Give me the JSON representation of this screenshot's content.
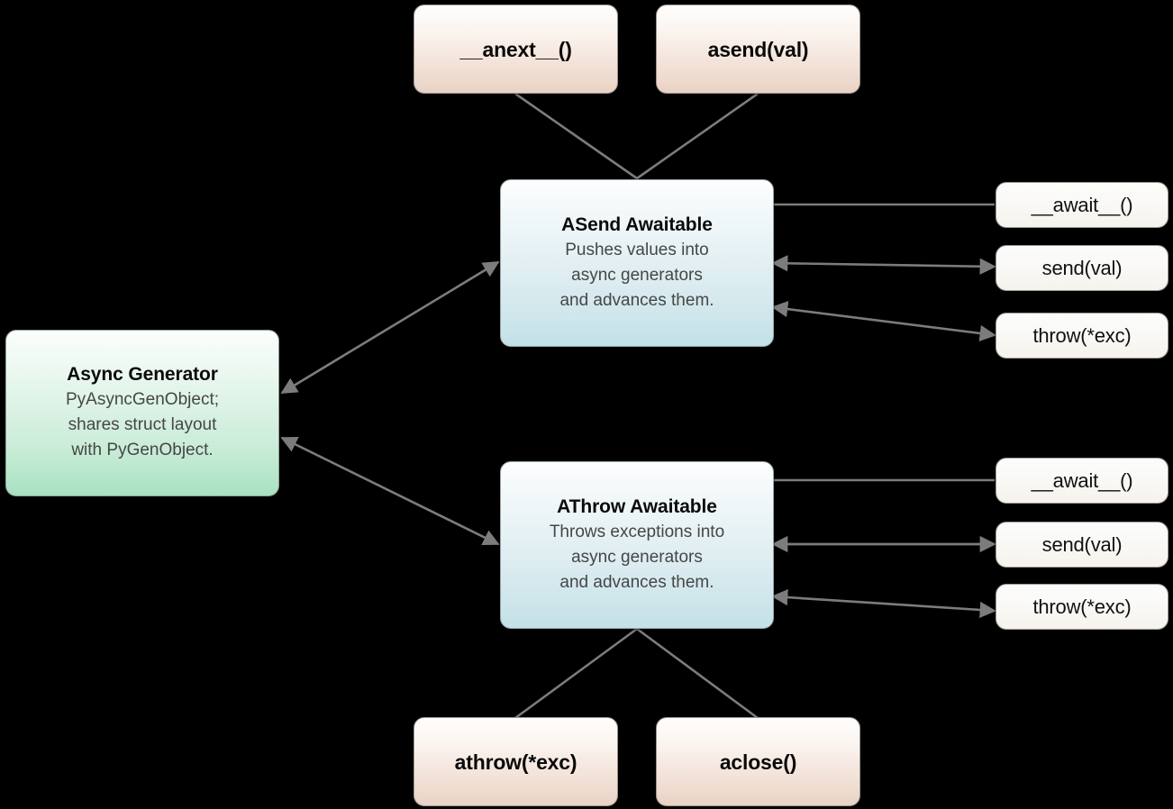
{
  "diagram": {
    "background_color": "#000000",
    "edge_color": "#7c7c7c",
    "nodes": {
      "generator": {
        "title": "Async Generator",
        "description": "PyAsyncGenObject;\nshares struct layout\nwith PyGenObject.",
        "accent_color": "#a8e2c2"
      },
      "asend": {
        "title": "ASend Awaitable",
        "description": "Pushes values into\nasync generators\nand advances them.",
        "accent_color": "#c3e1e8"
      },
      "athrow": {
        "title": "AThrow Awaitable",
        "description": "Throws exceptions into\nasync generators\nand advances them.",
        "accent_color": "#c3e1e8"
      }
    },
    "top_methods": [
      {
        "label": "__anext__()"
      },
      {
        "label": "asend(val)"
      }
    ],
    "bottom_methods": [
      {
        "label": "athrow(*exc)"
      },
      {
        "label": "aclose()"
      }
    ],
    "asend_methods": [
      {
        "label": "__await__()"
      },
      {
        "label": "send(val)"
      },
      {
        "label": "throw(*exc)"
      }
    ],
    "athrow_methods": [
      {
        "label": "__await__()"
      },
      {
        "label": "send(val)"
      },
      {
        "label": "throw(*exc)"
      }
    ]
  }
}
